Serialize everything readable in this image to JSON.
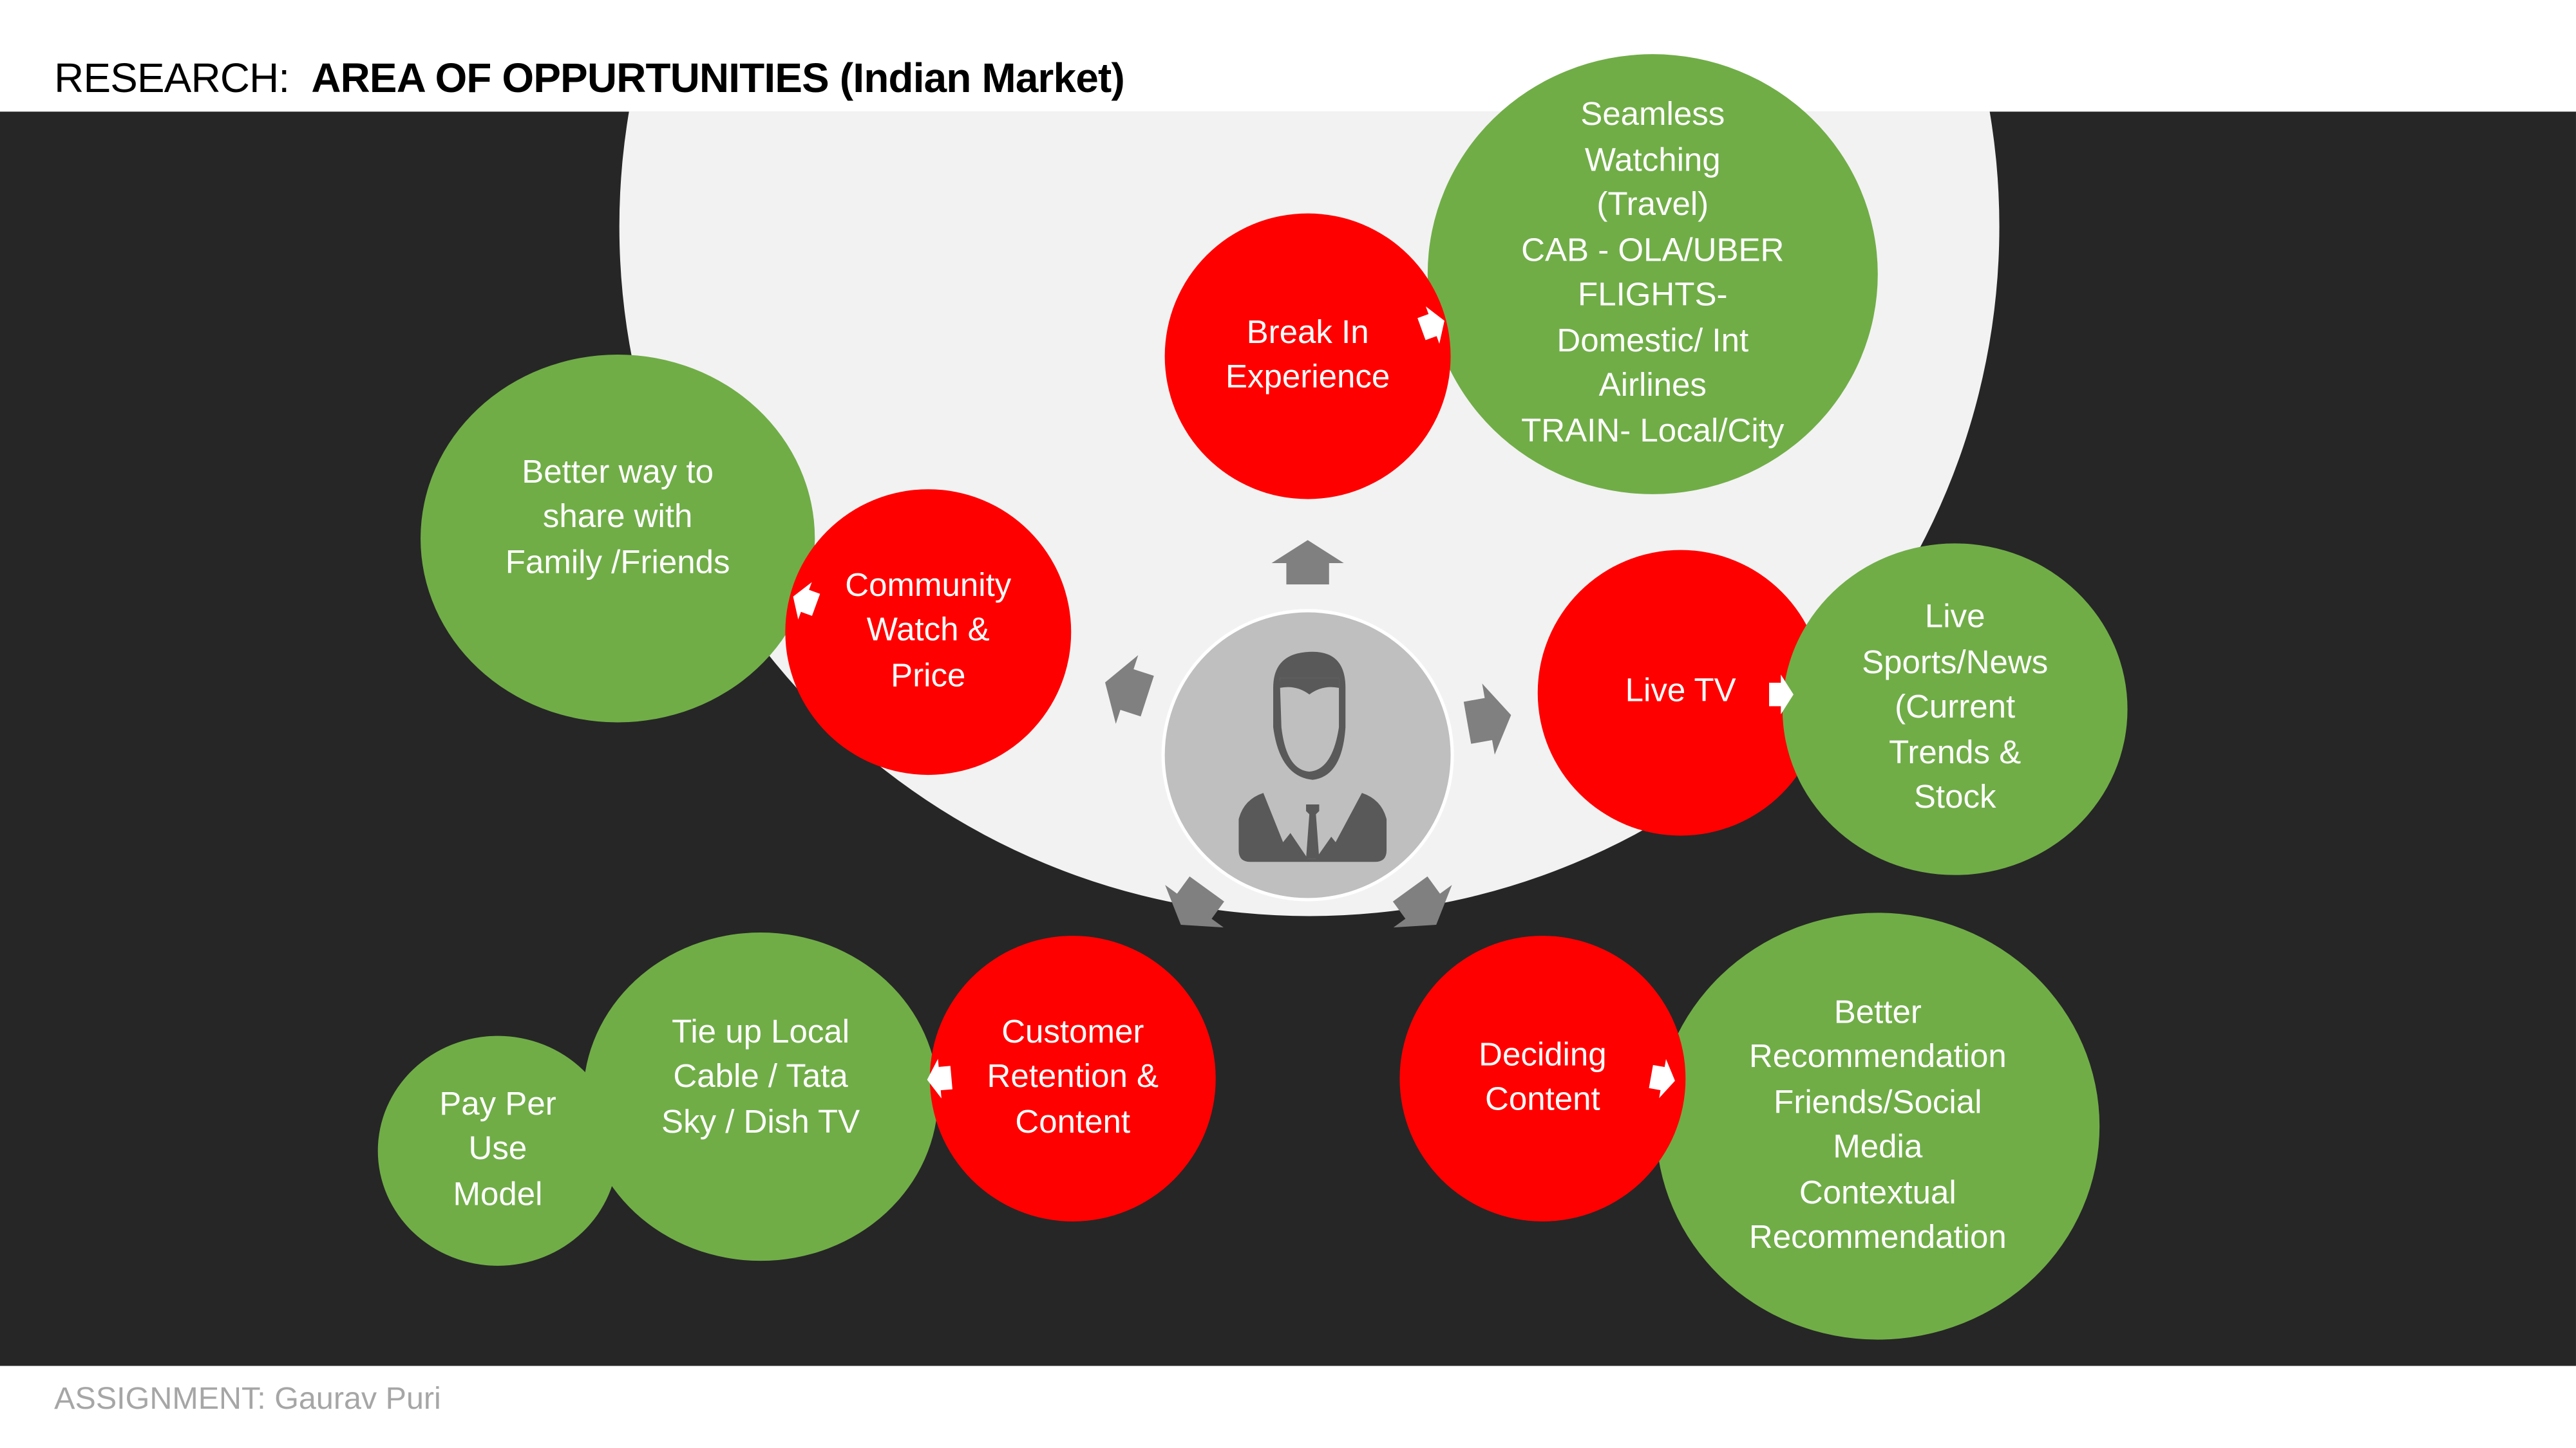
{
  "title": {
    "prefix": "RESEARCH:",
    "main": "AREA OF OPPURTUNITIES (Indian Market)"
  },
  "footer": "ASSIGNMENT: Gaurav Puri",
  "colors": {
    "red": "#ff0000",
    "green": "#70ad47",
    "dark": "#262626",
    "light": "#f2f2f2",
    "arrow": "#808080"
  },
  "center_icon": "user-businessman-icon",
  "red_nodes": {
    "break_in": "Break In\nExperience",
    "community": "Community\nWatch &\nPrice",
    "live_tv": "Live TV",
    "customer": "Customer\nRetention &\nContent",
    "deciding": "Deciding\nContent"
  },
  "green_nodes": {
    "seamless": "Seamless\nWatching\n(Travel)\nCAB - OLA/UBER\nFLIGHTS-\nDomestic/ Int\nAirlines\nTRAIN- Local/City",
    "share": "Better way to\nshare with\nFamily /Friends",
    "live_sports": "Live\nSports/News\n(Current\nTrends &\nStock",
    "recommendation": "Better\nRecommendation\nFriends/Social\nMedia\nContextual\nRecommendation",
    "tie_up": "Tie up Local\nCable / Tata\nSky / Dish TV",
    "pay_per_use": "Pay Per\nUse\nModel"
  }
}
